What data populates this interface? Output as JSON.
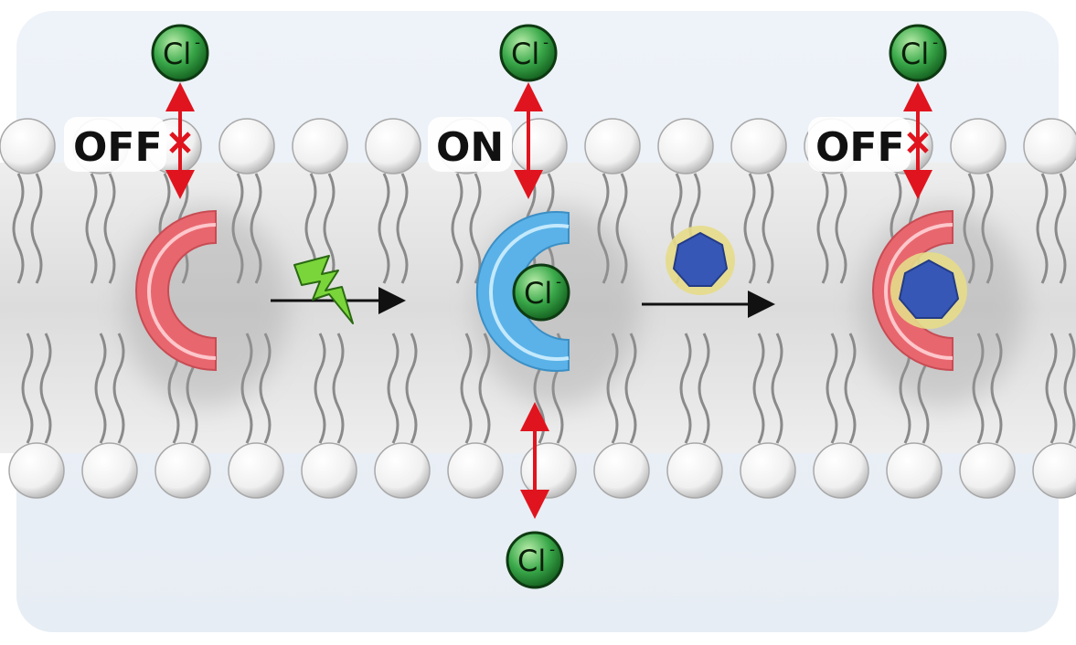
{
  "diagram": {
    "state_labels": {
      "left": "OFF",
      "middle": "ON",
      "right": "OFF"
    },
    "ion": {
      "symbol": "Cl",
      "charge": "-"
    },
    "panels": [
      {
        "state": "OFF",
        "channel": "blocked"
      },
      {
        "state": "ON",
        "channel": "open"
      },
      {
        "state": "OFF",
        "channel": "blocked"
      }
    ],
    "colors": {
      "closed_transporter": "#e8676f",
      "open_transporter": "#5ab2e8",
      "ion_fill": "#35a64a",
      "flux_arrow": "#e0141e",
      "light_trigger": "#7ad53a",
      "guest_molecule": "#3657b5",
      "guest_halo": "#e6dc8a"
    },
    "icons": [
      "light-trigger-icon",
      "guest-anion-icon"
    ]
  }
}
